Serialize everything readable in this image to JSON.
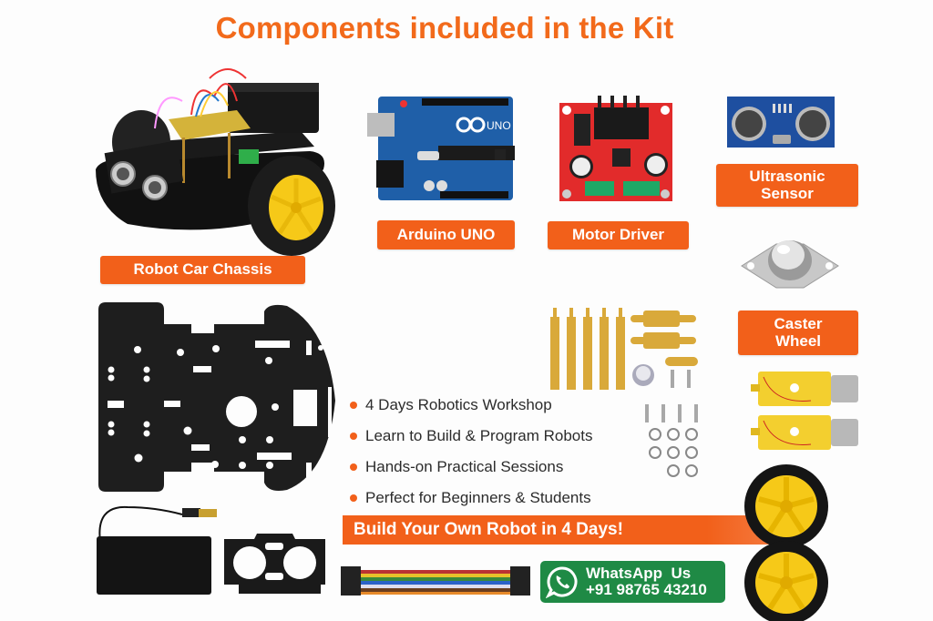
{
  "header": {
    "title": "Components included in the Kit"
  },
  "components": [
    {
      "id": "robot-car-chassis",
      "label": "Robot Car Chassis"
    },
    {
      "id": "arduino-uno",
      "label": "Arduino UNO"
    },
    {
      "id": "motor-driver",
      "label": "Motor Driver"
    },
    {
      "id": "ultrasonic-sensor",
      "label_line1": "Ultrasonic",
      "label_line2": "Sensor"
    },
    {
      "id": "caster-wheel",
      "label_line1": "Caster",
      "label_line2": "Wheel"
    }
  ],
  "board_text": {
    "arduino_logo": "UNO"
  },
  "features": [
    "4 Days Robotics Workshop",
    "Learn to Build & Program Robots",
    "Hands-on Practical Sessions",
    "Perfect for Beginners & Students"
  ],
  "banner": {
    "text": "Build Your Own Robot in 4 Days!"
  },
  "whatsapp": {
    "label": "WhatsApp  Us",
    "phone": "+91 98765 43210",
    "icon": "whatsapp-icon"
  },
  "colors": {
    "accent_orange": "#f2601a",
    "title_orange": "#f26a1b",
    "whatsapp_green": "#1f8a45",
    "text_dark": "#2c2c2c"
  }
}
